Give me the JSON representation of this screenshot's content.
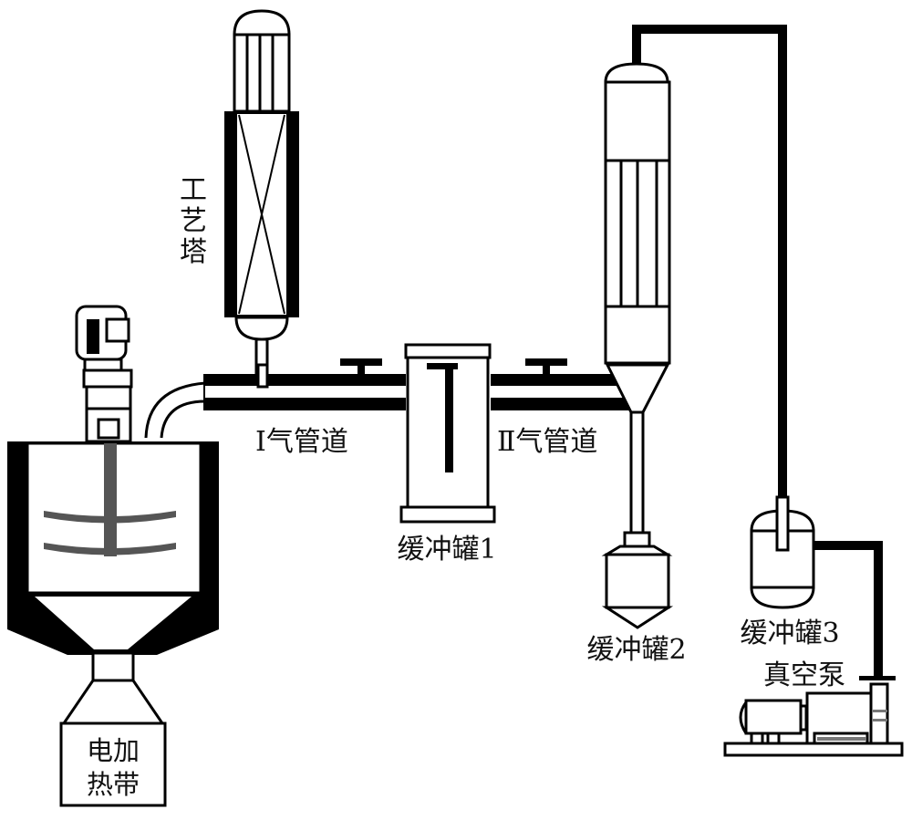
{
  "diagram": {
    "title": "Process flow schematic",
    "colors": {
      "line": "#000000",
      "agitator": "#555555",
      "pump_accent": "#777777",
      "background": "#ffffff"
    },
    "labels": {
      "tower": [
        "工",
        "艺",
        "塔"
      ],
      "pipe1": "Ⅰ气管道",
      "pipe2": "Ⅱ气管道",
      "buffer1": "缓冲罐1",
      "buffer2": "缓冲罐2",
      "buffer3": "缓冲罐3",
      "pump": "真空泵",
      "heater_line1": "电加",
      "heater_line2": "热带"
    },
    "components": [
      {
        "id": "reactor",
        "name": "Stirred reactor with motor"
      },
      {
        "id": "tower",
        "name": "工艺塔"
      },
      {
        "id": "pipe1",
        "name": "Ⅰ气管道"
      },
      {
        "id": "buffer1",
        "name": "缓冲罐1"
      },
      {
        "id": "pipe2",
        "name": "Ⅱ气管道"
      },
      {
        "id": "condenser",
        "name": "Condenser column"
      },
      {
        "id": "buffer2",
        "name": "缓冲罐2"
      },
      {
        "id": "buffer3",
        "name": "缓冲罐3"
      },
      {
        "id": "pump",
        "name": "真空泵"
      },
      {
        "id": "heater",
        "name": "电加热带"
      }
    ]
  }
}
